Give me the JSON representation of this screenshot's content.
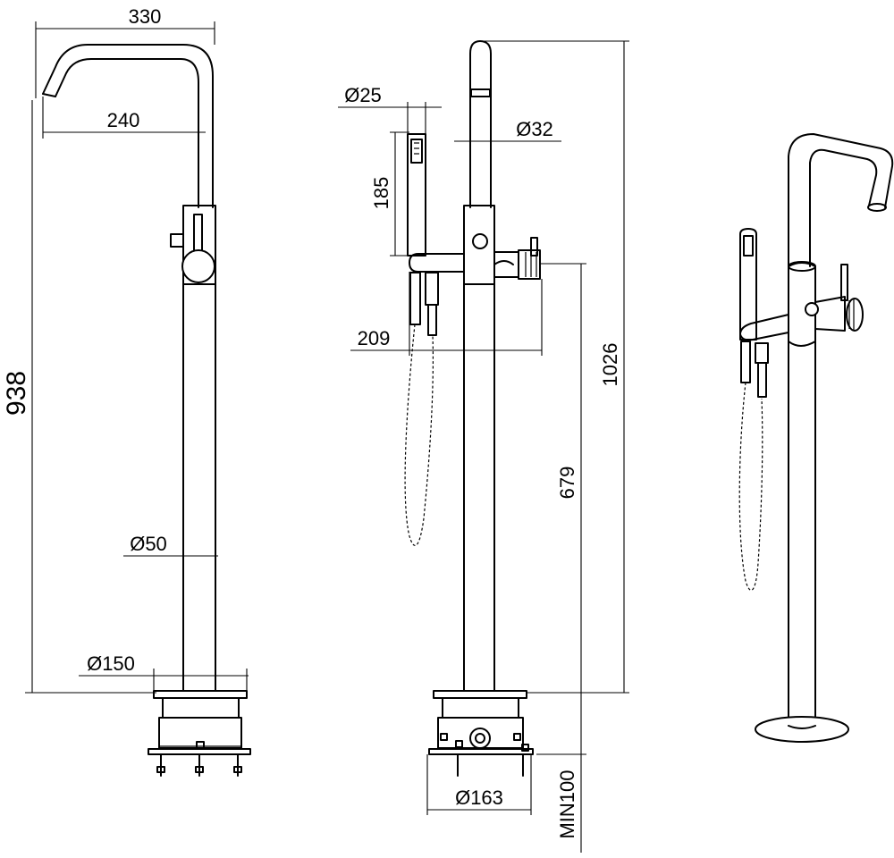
{
  "dimensions": {
    "side_overall_width": "330",
    "side_spout_reach": "240",
    "side_height": "938",
    "side_column_diameter": "Ø50",
    "side_base_diameter": "Ø150",
    "front_handshower_diameter": "Ø25",
    "front_spout_diameter": "Ø32",
    "front_handshower_length": "185",
    "front_holder_projection": "209",
    "front_overall_height": "1026",
    "front_handle_height": "679",
    "front_box_diameter": "Ø163",
    "front_min_depth": "MIN100"
  }
}
